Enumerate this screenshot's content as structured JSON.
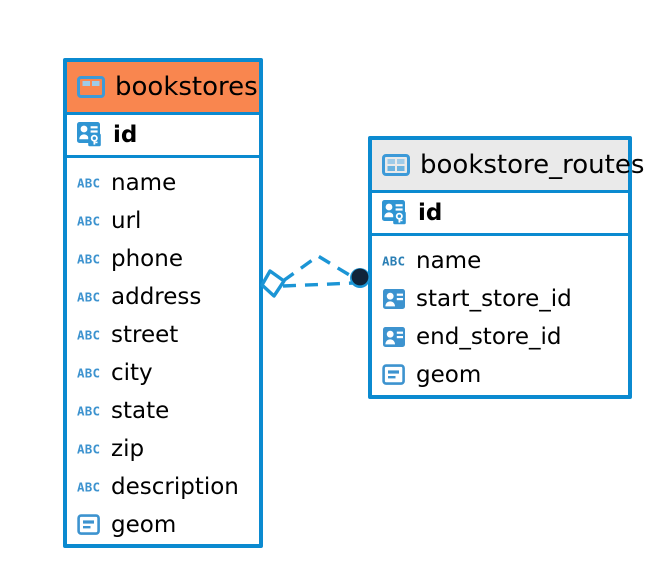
{
  "diagram": {
    "type": "entity-relationship-diagram",
    "background_color": "#ffffff",
    "accent_color": "#0b8ad0",
    "entities": [
      {
        "name": "bookstores",
        "header_color": "#f9864f",
        "icon": "table-icon",
        "primary_key": {
          "label": "id",
          "icon": "primary-key-icon"
        },
        "fields": [
          {
            "label": "name",
            "icon": "text-field-icon"
          },
          {
            "label": "url",
            "icon": "text-field-icon"
          },
          {
            "label": "phone",
            "icon": "text-field-icon"
          },
          {
            "label": "address",
            "icon": "text-field-icon"
          },
          {
            "label": "street",
            "icon": "text-field-icon"
          },
          {
            "label": "city",
            "icon": "text-field-icon"
          },
          {
            "label": "state",
            "icon": "text-field-icon"
          },
          {
            "label": "zip",
            "icon": "text-field-icon"
          },
          {
            "label": "description",
            "icon": "text-field-icon"
          },
          {
            "label": "geom",
            "icon": "geometry-field-icon"
          }
        ]
      },
      {
        "name": "bookstore_routes",
        "header_color": "#eaeaea",
        "icon": "table-icon",
        "primary_key": {
          "label": "id",
          "icon": "primary-key-icon"
        },
        "fields": [
          {
            "label": "name",
            "icon": "text-field-icon"
          },
          {
            "label": "start_store_id",
            "icon": "foreign-key-icon"
          },
          {
            "label": "end_store_id",
            "icon": "foreign-key-icon"
          },
          {
            "label": "geom",
            "icon": "geometry-field-icon"
          }
        ]
      }
    ],
    "relationship": {
      "style": "dashed",
      "color": "#1b95d5",
      "source_marker": "diamond-outline",
      "target_marker": "filled-circle",
      "target_marker_color": "#10243a"
    }
  }
}
